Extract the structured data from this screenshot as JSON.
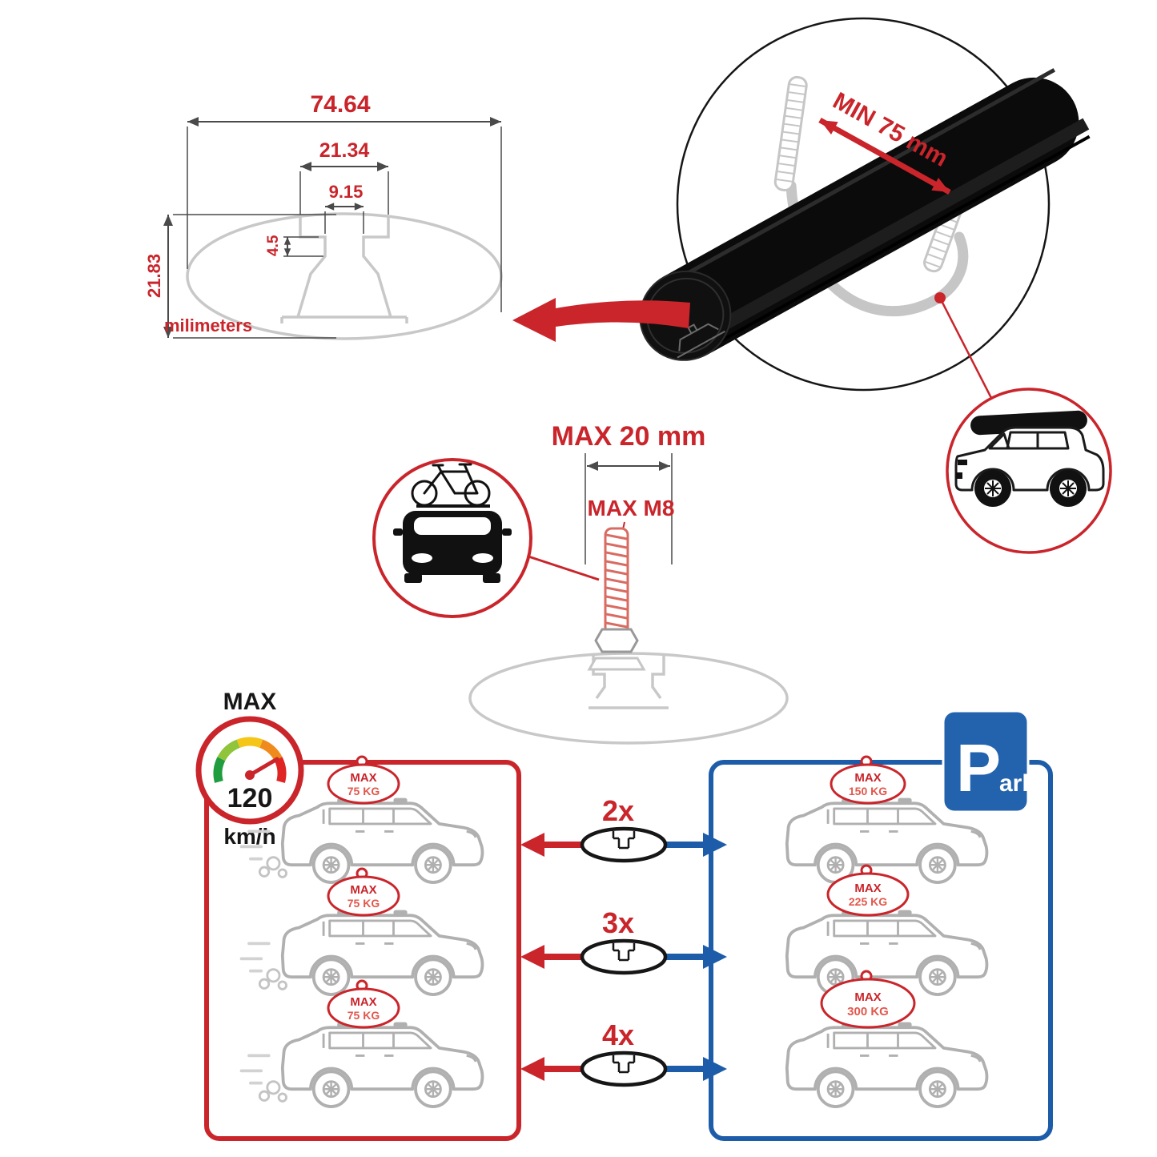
{
  "colors": {
    "red": "#c9252b",
    "blue": "#1d5ca8",
    "profile_gray": "#c8c8c8",
    "car_gray": "#b0b0b0",
    "black": "#161616"
  },
  "profile_diagram": {
    "width_total": "74.64",
    "channel_width": "21.34",
    "slot_width": "9.15",
    "step_depth": "4.5",
    "height_total": "21.83",
    "units_label": "milimeters"
  },
  "clamp_detail": {
    "min_span": "MIN 75 mm"
  },
  "bolt_detail": {
    "max_length": "MAX 20 mm",
    "max_thread": "MAX M8"
  },
  "speed_limit": {
    "label": "MAX",
    "value": "120",
    "unit": "km/h"
  },
  "parking_sign": {
    "initial": "P",
    "rest": "ark"
  },
  "load_comparison": {
    "rows": [
      {
        "multiplier": "2x",
        "left_label": "MAX",
        "left_weight": "75 KG",
        "right_label": "MAX",
        "right_weight": "150 KG"
      },
      {
        "multiplier": "3x",
        "left_label": "MAX",
        "left_weight": "75 KG",
        "right_label": "MAX",
        "right_weight": "225 KG"
      },
      {
        "multiplier": "4x",
        "left_label": "MAX",
        "left_weight": "75 KG",
        "right_label": "MAX",
        "right_weight": "300 KG"
      }
    ]
  }
}
